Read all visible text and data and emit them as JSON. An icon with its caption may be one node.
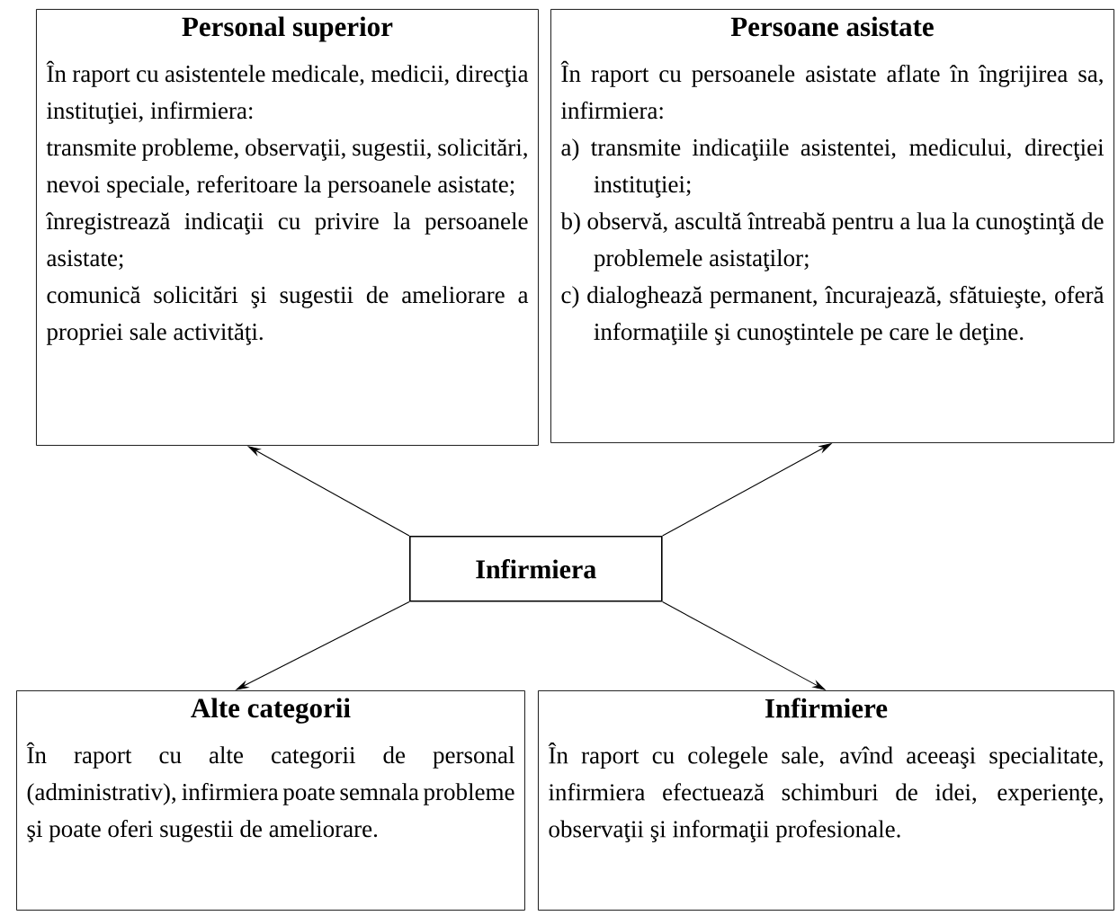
{
  "diagram": {
    "nodes": [
      {
        "text": [
          "Personal superior",
          "În raport cu asistentele medicale, medicii, direcţia instituţiei, infirmiera:",
          "transmite probleme, observaţii, sugestii, solicitări, nevoi speciale, referitoare la persoanele asistate;",
          "înregistrează indicaţii cu privire la persoanele asistate;",
          "comunică solicitări şi sugestii de ameliorare a propriei sale activităţi."
        ]
      },
      {
        "text": [
          "Persoane asistate",
          "În raport cu persoanele asistate aflate în îngrijirea sa, infirmiera:",
          "a) transmite indicaţiile asistentei, medicului, direcţiei instituţiei;",
          "b) observă, ascultă întreabă pentru a lua la cunoştinţă de problemele asistaţilor;",
          "c) dialoghează permanent, încurajează, sfătuieşte, oferă informaţiile şi cunoştintele pe care le deţine."
        ]
      },
      {
        "text": [
          "Infirmiera"
        ]
      },
      {
        "text": [
          "Alte categorii",
          "În raport cu alte categorii de personal (administrativ), infirmiera poate semnala probleme şi poate oferi sugestii de ameliorare."
        ]
      },
      {
        "text": [
          "Infirmiere",
          "În raport cu colegele sale, avînd aceeaşi specialitate, infirmiera efectuează schimburi de idei, experienţe, observaţii şi informaţii profesionale."
        ]
      }
    ],
    "edges": [
      {
        "from": 2,
        "to": 0,
        "arrow": "to"
      },
      {
        "from": 2,
        "to": 1,
        "arrow": "to"
      },
      {
        "from": 2,
        "to": 3,
        "arrow": "to"
      },
      {
        "from": 2,
        "to": 4,
        "arrow": "to"
      }
    ]
  }
}
